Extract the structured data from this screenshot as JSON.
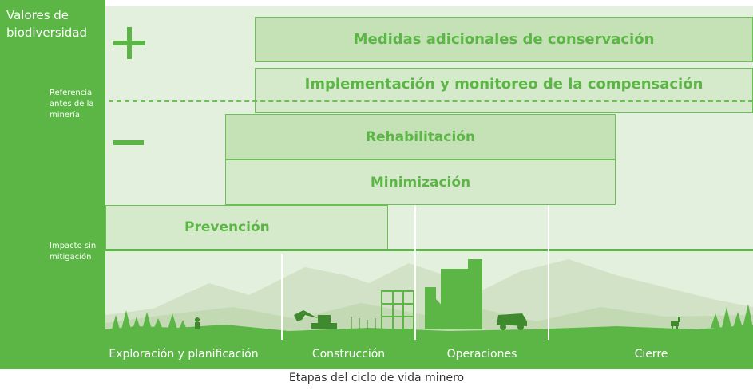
{
  "sidebar": {
    "title": "Valores de biodiversidad",
    "reference_label": "Referencia antes de la minería",
    "impact_label": "Impacto sin mitigación"
  },
  "bars": {
    "conservation": "Medidas adicionales de conservación",
    "offset": "Implementación y monitoreo de la compensación",
    "rehabilitation": "Rehabilitación",
    "minimization": "Minimización",
    "prevention": "Prevención"
  },
  "stages": [
    {
      "label": "Exploración y planificación"
    },
    {
      "label": "Construcción"
    },
    {
      "label": "Operaciones"
    },
    {
      "label": "Cierre"
    }
  ],
  "footer": "Etapas del ciclo de vida minero",
  "colors": {
    "brand_green": "#5cb646",
    "panel_bg": "#e4f0de",
    "bar_dark": "#c4e2b6",
    "bar_light": "#d5eacb",
    "mountain": "#c9dcbc"
  },
  "icons": [
    "plus-icon",
    "minus-icon",
    "excavator-icon",
    "mining-truck-icon",
    "deer-icon",
    "person-icon",
    "factory-icon",
    "scaffold-icon"
  ]
}
